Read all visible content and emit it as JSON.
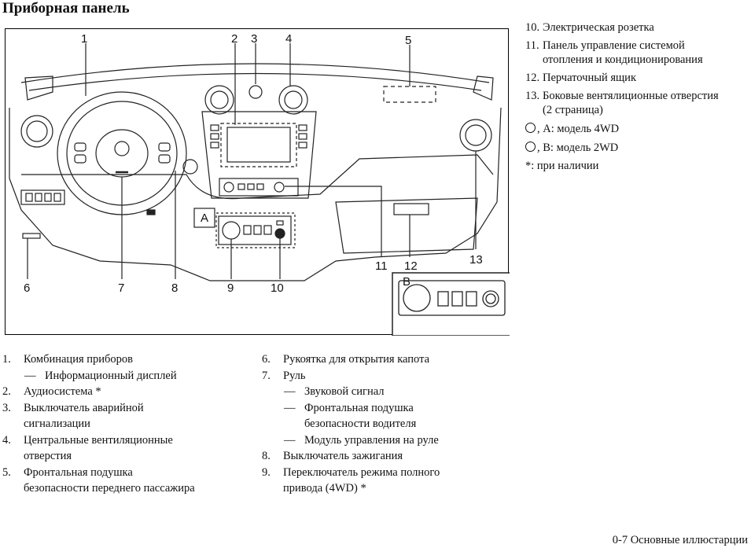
{
  "page": {
    "title": "Приборная панель",
    "footer": "0-7  Основные иллюстарции"
  },
  "figure": {
    "callouts": [
      "1",
      "2",
      "3",
      "4",
      "5",
      "6",
      "7",
      "8",
      "9",
      "10",
      "11",
      "12",
      "13"
    ],
    "inset_a": "A",
    "inset_b": "B"
  },
  "right_list": {
    "items": [
      {
        "num": "10.",
        "lines": [
          "Электрическая розетка"
        ]
      },
      {
        "num": "11.",
        "lines": [
          "Панель управление системой",
          "отопления и кондиционирования"
        ]
      },
      {
        "num": "12.",
        "lines": [
          "Перчаточный ящик"
        ]
      },
      {
        "num": "13.",
        "lines": [
          "Боковые вентялиционные отверстия",
          "(2 страница)"
        ]
      }
    ],
    "legend_a": ", А: модель 4WD",
    "legend_b": ", В: модель 2WD",
    "note": "*: при наличии"
  },
  "left_list": [
    {
      "num": "1.",
      "lines": [
        "Комбинация приборов"
      ],
      "subs": [
        "Информационный дисплей"
      ]
    },
    {
      "num": "2.",
      "lines": [
        "Аудиосистема *"
      ],
      "subs": []
    },
    {
      "num": "3.",
      "lines": [
        "Выключатель аварийной",
        "сигнализации"
      ],
      "subs": []
    },
    {
      "num": "4.",
      "lines": [
        "Центральные вентиляционные",
        "отверстия"
      ],
      "subs": []
    },
    {
      "num": "5.",
      "lines": [
        "Фронтальная подушка",
        "безопасности переднего пассажира"
      ],
      "subs": []
    }
  ],
  "mid_list": [
    {
      "num": "6.",
      "lines": [
        "Рукоятка для открытия капота"
      ],
      "subs": []
    },
    {
      "num": "7.",
      "lines": [
        "Руль"
      ],
      "subs": [
        "Звуковой сигнал",
        "Фронтальная подушка безопасности водителя",
        "Модуль управления на руле"
      ]
    },
    {
      "num": "8.",
      "lines": [
        "Выключатель зажигания"
      ],
      "subs": []
    },
    {
      "num": "9.",
      "lines": [
        "Переключатель режима полного",
        "привода (4WD) *"
      ],
      "subs": []
    }
  ],
  "dash": "—"
}
